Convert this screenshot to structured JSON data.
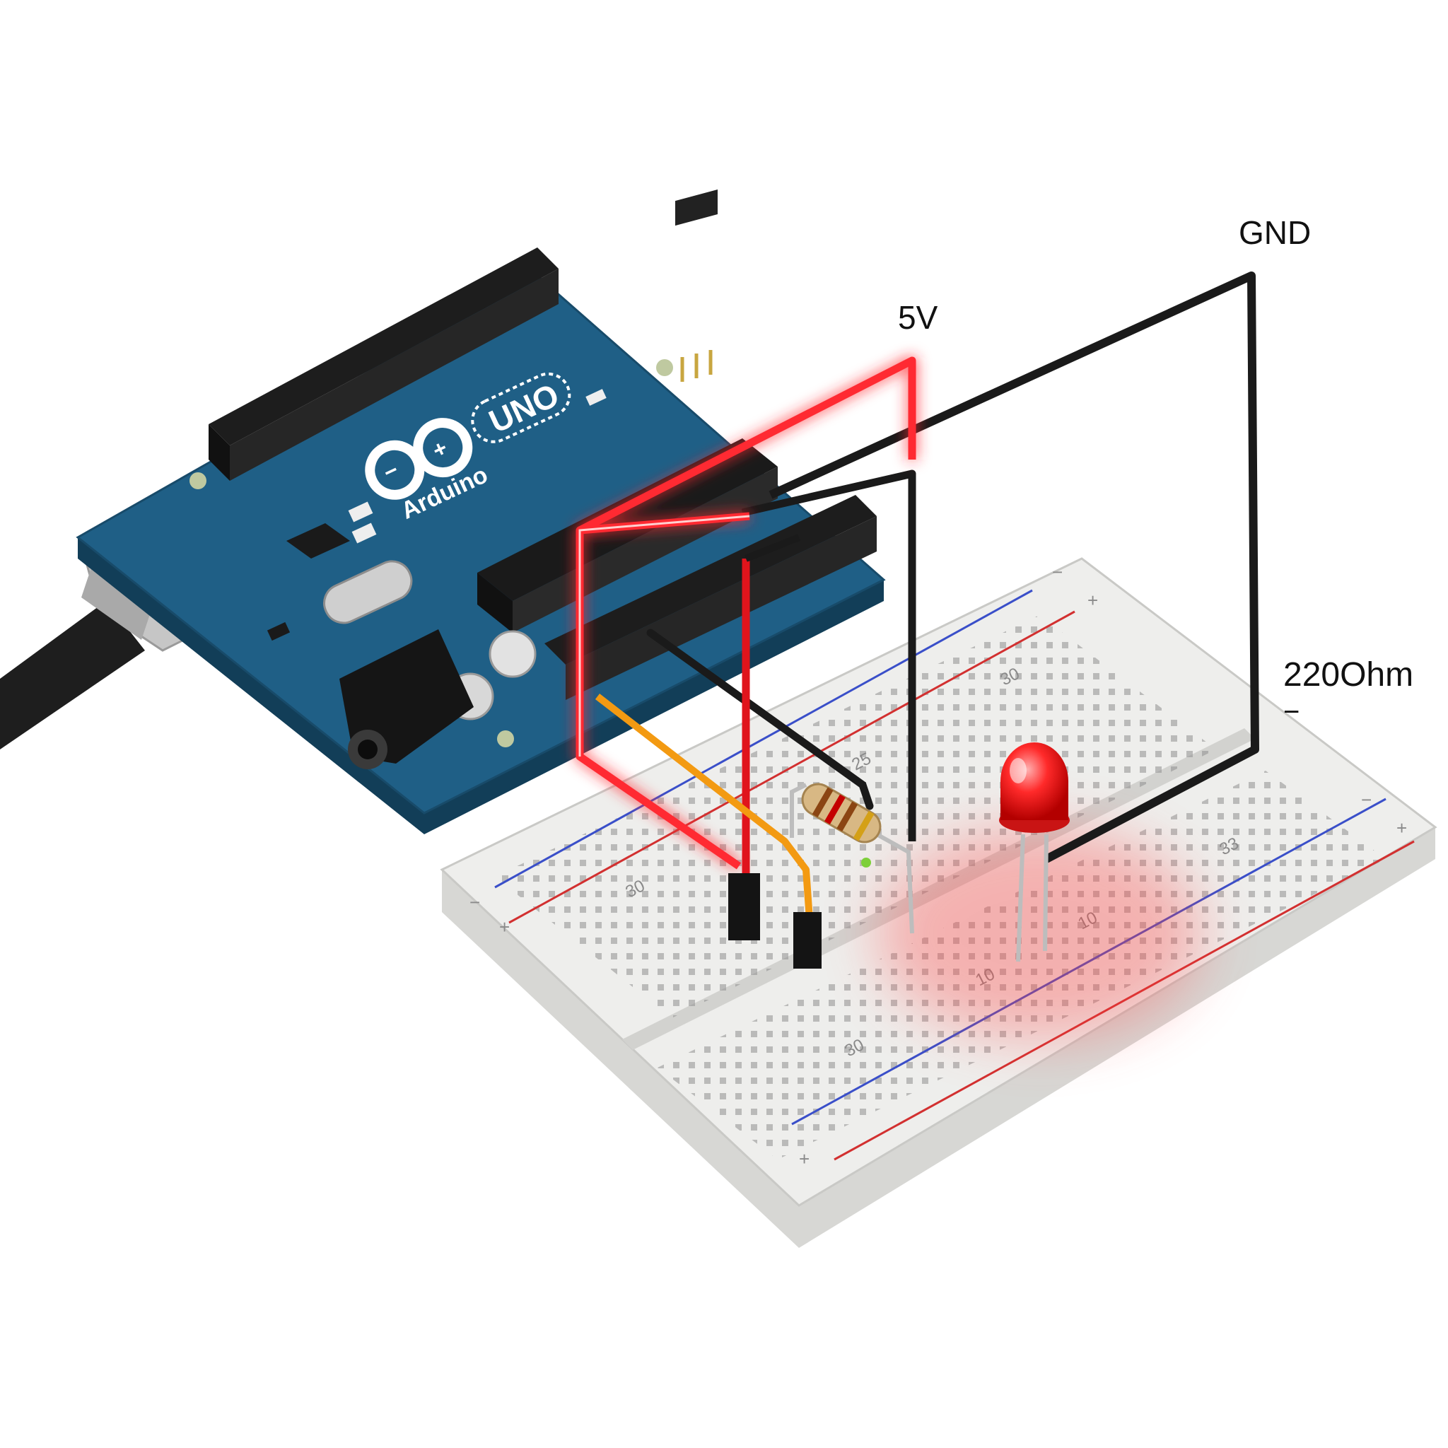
{
  "labels": {
    "gnd": "GND",
    "five_volt": "5V",
    "resistor": "220Ohm",
    "resistor_marker": "−"
  },
  "board": {
    "brand": "Arduino",
    "model": "UNO"
  },
  "breadboard": {
    "numbers": [
      "30",
      "25",
      "30",
      "10",
      "10",
      "33",
      "30"
    ],
    "plus": "+",
    "minus": "−"
  },
  "colors": {
    "board_blue": "#1f5f86",
    "wire_red": "#e0141c",
    "wire_black": "#1a1a1a",
    "wire_orange": "#f39a12",
    "led_red": "#ff2a2a",
    "breadboard": "#eeeeec"
  }
}
